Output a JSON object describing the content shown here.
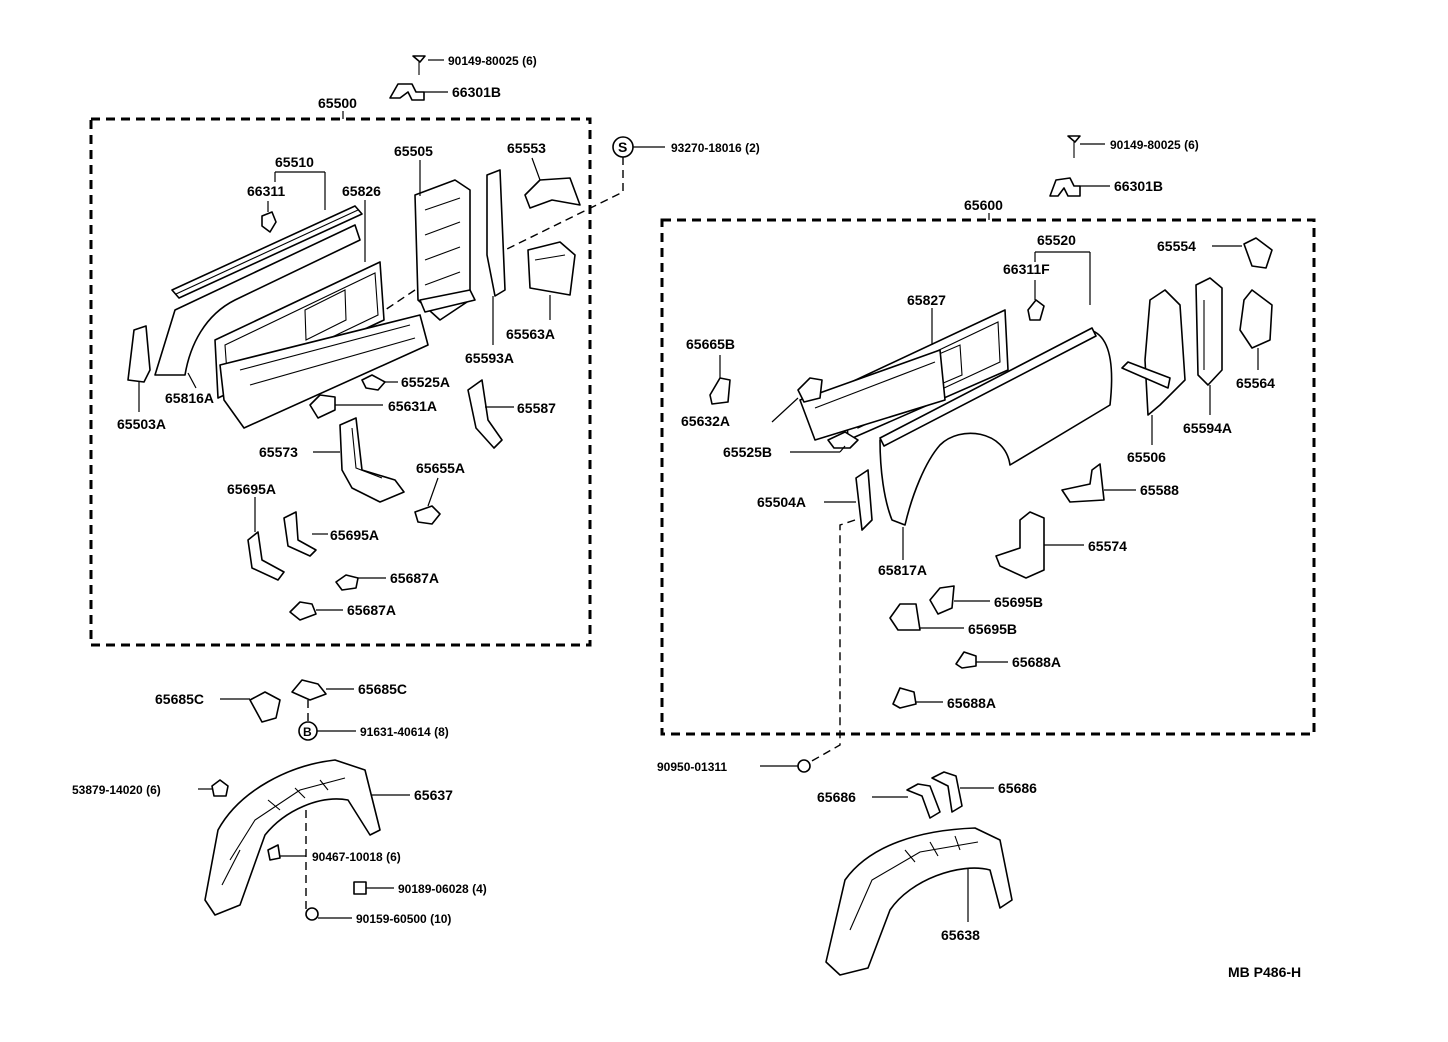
{
  "labels": {
    "p90149_left": "90149-80025 (6)",
    "p66301b_left": "66301B",
    "p65500": "65500",
    "p65510": "65510",
    "p66311": "66311",
    "p65826": "65826",
    "p65505": "65505",
    "p65553": "65553",
    "p93270": "93270-18016 (2)",
    "p65563a": "65563A",
    "p65593a": "65593A",
    "p65816a": "65816A",
    "p65503a": "65503A",
    "p65525a": "65525A",
    "p65631a": "65631A",
    "p65587": "65587",
    "p65573": "65573",
    "p65655a": "65655A",
    "p65695a_1": "65695A",
    "p65695a_2": "65695A",
    "p65687a_1": "65687A",
    "p65687a_2": "65687A",
    "p65685c_1": "65685C",
    "p65685c_2": "65685C",
    "p91631": "91631-40614 (8)",
    "p53879": "53879-14020 (6)",
    "p65637": "65637",
    "p90467": "90467-10018 (6)",
    "p90189": "90189-06028 (4)",
    "p90159": "90159-60500 (10)",
    "p90149_right": "90149-80025 (6)",
    "p66301b_right": "66301B",
    "p65600": "65600",
    "p65520": "65520",
    "p66311f": "66311F",
    "p65554": "65554",
    "p65827": "65827",
    "p65665b": "65665B",
    "p65632a": "65632A",
    "p65525b": "65525B",
    "p65564": "65564",
    "p65594a": "65594A",
    "p65506": "65506",
    "p65588": "65588",
    "p65504a": "65504A",
    "p65574": "65574",
    "p65817a": "65817A",
    "p65695b_1": "65695B",
    "p65695b_2": "65695B",
    "p65688a_1": "65688A",
    "p65688a_2": "65688A",
    "p90950": "90950-01311",
    "p65686_1": "65686",
    "p65686_2": "65686",
    "p65638": "65638",
    "catalog_ref": "MB P486-H"
  },
  "symbols": {
    "s_marker": "S",
    "b_marker": "B"
  }
}
